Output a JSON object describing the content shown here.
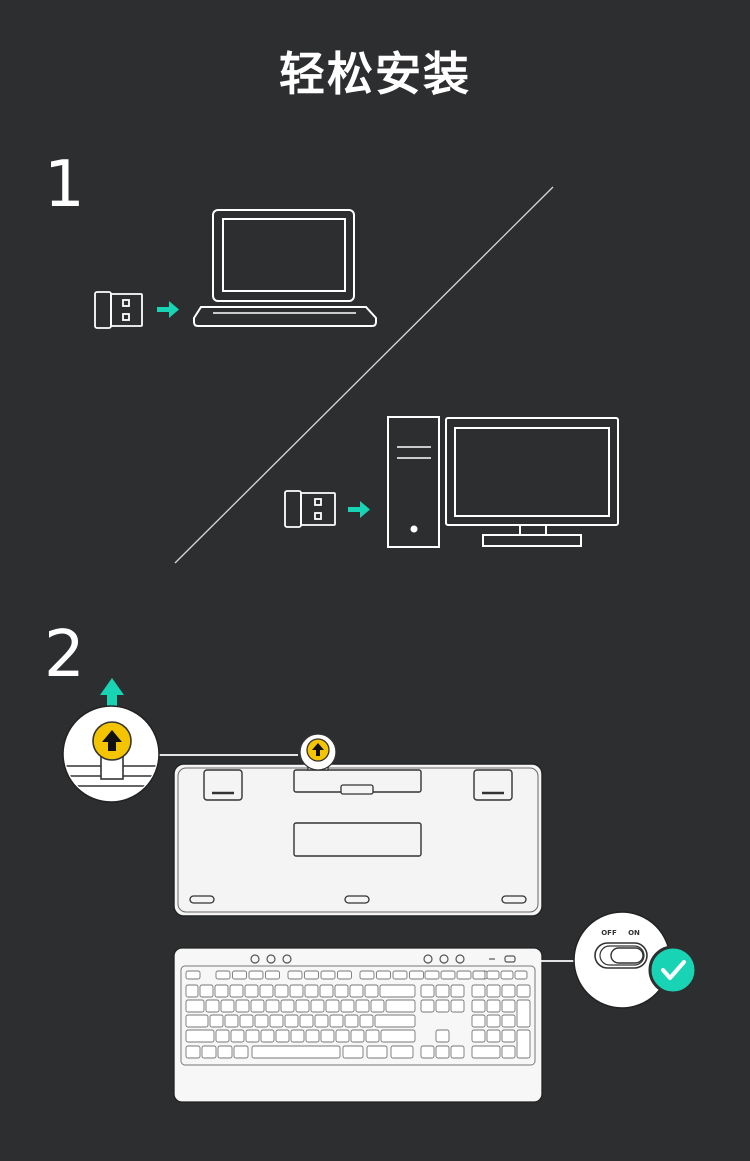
{
  "header": {
    "title": "轻松安装"
  },
  "steps": [
    {
      "number": "1"
    },
    {
      "number": "2"
    }
  ],
  "switch": {
    "off_label": "OFF",
    "on_label": "ON"
  },
  "colors": {
    "background": "#2d2e30",
    "line": "#ffffff",
    "accent_teal": "#19d3b5",
    "receiver_yellow": "#f5c400"
  },
  "icons": [
    "usb-receiver-icon",
    "arrow-right-icon",
    "laptop-icon",
    "desktop-tower-icon",
    "monitor-icon",
    "arrow-up-icon",
    "keyboard-back-icon",
    "keyboard-front-icon",
    "power-switch-icon",
    "checkmark-icon"
  ]
}
